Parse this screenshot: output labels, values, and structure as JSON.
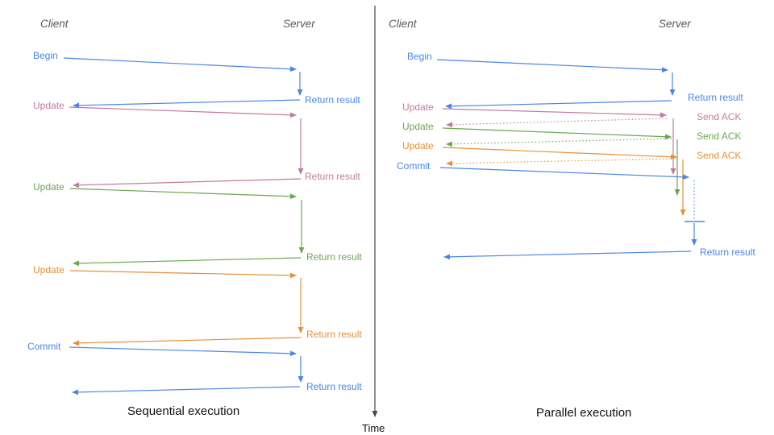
{
  "colors": {
    "blue": "#4a86e8",
    "pink": "#c27ba0",
    "green": "#6aa84f",
    "orange": "#e69138",
    "axis": "#474747",
    "header": "#595959",
    "caption": "#111111"
  },
  "time_axis": {
    "label": "Time"
  },
  "left_panel": {
    "client_header": "Client",
    "server_header": "Server",
    "caption": "Sequential execution",
    "requests": [
      "Begin",
      "Update",
      "Update",
      "Update",
      "Commit"
    ],
    "responses": [
      "Return result",
      "Return result",
      "Return result",
      "Return result",
      "Return result"
    ]
  },
  "right_panel": {
    "client_header": "Client",
    "server_header": "Server",
    "caption": "Parallel execution",
    "requests": [
      "Begin",
      "Update",
      "Update",
      "Update",
      "Commit"
    ],
    "responses": [
      "Return result",
      "Send ACK",
      "Send ACK",
      "Send ACK",
      "Return result"
    ]
  }
}
